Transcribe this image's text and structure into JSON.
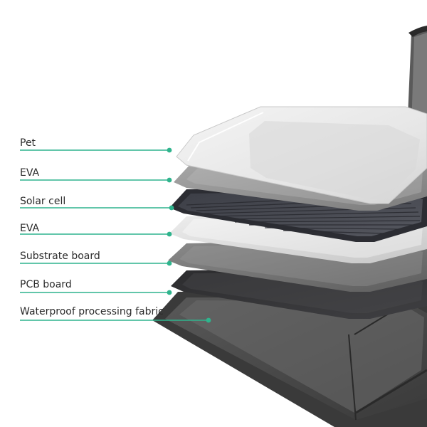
{
  "accent_color": "#2fb48d",
  "layers": [
    {
      "label": "Pet"
    },
    {
      "label": "EVA"
    },
    {
      "label": "Solar cell"
    },
    {
      "label": "EVA"
    },
    {
      "label": "Substrate board"
    },
    {
      "label": "PCB board"
    },
    {
      "label": "Waterproof processing fabric"
    }
  ]
}
